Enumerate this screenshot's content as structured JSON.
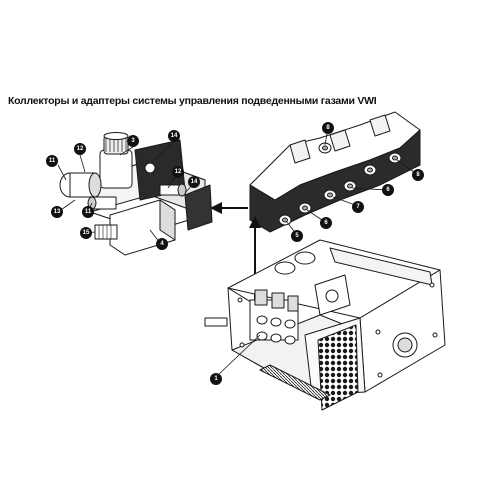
{
  "title": "Коллекторы и адаптеры системы управления подведенными газами VWI",
  "callouts": [
    {
      "id": "c1",
      "label": "1"
    },
    {
      "id": "c3",
      "label": "3"
    },
    {
      "id": "c4",
      "label": "4"
    },
    {
      "id": "c5",
      "label": "5"
    },
    {
      "id": "c6a",
      "label": "6"
    },
    {
      "id": "c6b",
      "label": "6"
    },
    {
      "id": "c7",
      "label": "7"
    },
    {
      "id": "c8a",
      "label": "8"
    },
    {
      "id": "c8b",
      "label": "8"
    },
    {
      "id": "c11a",
      "label": "11"
    },
    {
      "id": "c11b",
      "label": "11"
    },
    {
      "id": "c12a",
      "label": "12"
    },
    {
      "id": "c12b",
      "label": "12"
    },
    {
      "id": "c13",
      "label": "13"
    },
    {
      "id": "c14a",
      "label": "14"
    },
    {
      "id": "c14b",
      "label": "14"
    },
    {
      "id": "c15",
      "label": "15"
    }
  ],
  "colors": {
    "line": "#1a1a1a",
    "callout": "#111111",
    "background": "#ffffff"
  }
}
